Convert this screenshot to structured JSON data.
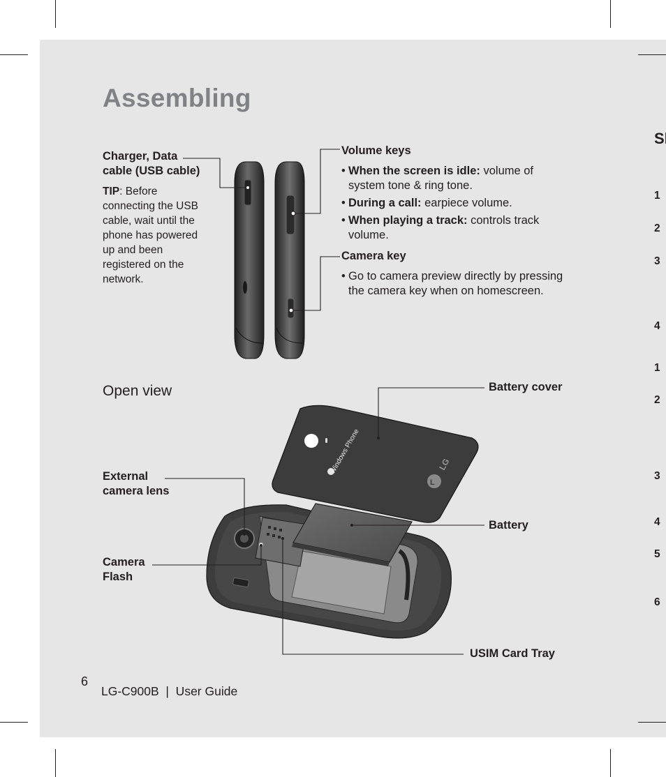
{
  "page": {
    "title": "Assembling",
    "section_heading": "Open view",
    "page_number": "6",
    "footer": "LG-C900B  |  User Guide",
    "edge_text": "Sl",
    "margin_numbers": [
      "1",
      "2",
      "3",
      "4",
      "1",
      "2",
      "3",
      "4",
      "5",
      "6"
    ]
  },
  "side_view": {
    "charger_label": [
      "Charger, Data",
      "cable (USB cable)"
    ],
    "tip_label": "TIP",
    "tip_text": ": Before connecting the USB cable, wait until the phone has powered up and been registered on the network.",
    "volume_title": "Volume keys",
    "volume_items": [
      {
        "bold": "When the screen is idle:",
        "text": " volume of system tone & ring tone."
      },
      {
        "bold": "During a call:",
        "text": " earpiece volume."
      },
      {
        "bold": "When playing a track:",
        "text": " controls track volume."
      }
    ],
    "camera_title": "Camera key",
    "camera_items": [
      {
        "text": "Go to camera preview directly by pressing the camera key when on homescreen."
      }
    ]
  },
  "open_view": {
    "battery_cover": "Battery cover",
    "external_lens": [
      "External",
      "camera lens"
    ],
    "battery": "Battery",
    "camera_flash": [
      "Camera",
      "Flash"
    ],
    "usim_tray": "USIM Card Tray",
    "cover_brand": "Windows Phone",
    "cover_logo": "LG"
  },
  "colors": {
    "page_bg": "#e6e6e6",
    "title_gray": "#808285",
    "text": "#231f20",
    "phone_dark": "#3a3a3a"
  }
}
